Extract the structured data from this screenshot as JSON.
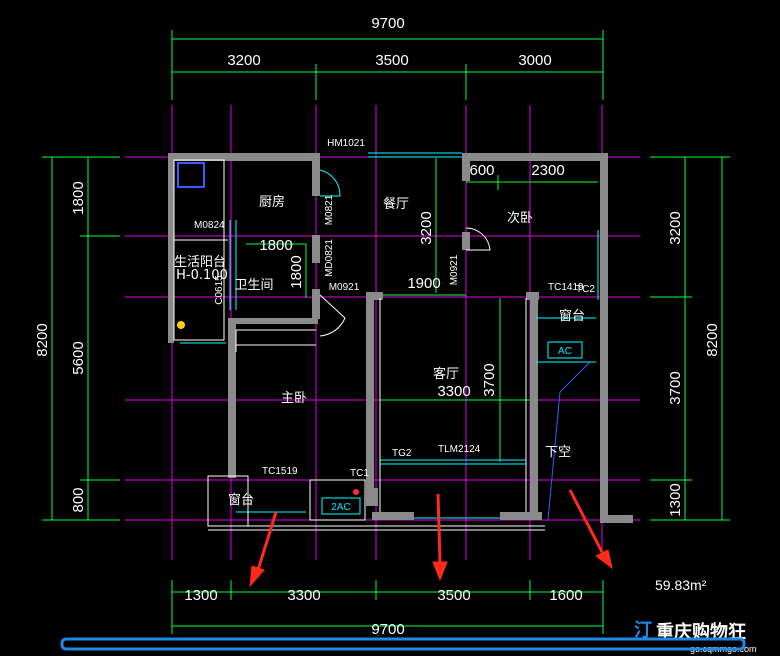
{
  "dimensions": {
    "top_total": "9700",
    "top_segments": [
      "3200",
      "3500",
      "3000"
    ],
    "bottom_segments": [
      "1300",
      "3300",
      "3500",
      "1600"
    ],
    "bottom_total": "9700",
    "left_total": "8200",
    "left_segments": [
      "1800",
      "5600",
      "800"
    ],
    "right_total": "8200",
    "right_segments": [
      "3200",
      "3700",
      "1300"
    ],
    "inner": [
      "600",
      "2300",
      "1800",
      "1800",
      "3200",
      "1900",
      "3300",
      "3700"
    ]
  },
  "rooms": {
    "kitchen": "厨房",
    "dining": "餐厅",
    "second_bedroom": "次卧",
    "utility_balcony": "生活阳台",
    "utility_balcony_level": "H-0.100",
    "bathroom": "卫生间",
    "master_bedroom": "主卧",
    "living_room": "客厅",
    "bay_window_1": "窗台",
    "bay_window_2": "窗台",
    "void": "下空"
  },
  "tags": {
    "hm1021": "HM1021",
    "m0824": "M0824",
    "m0821": "M0821",
    "md0821": "MD0821",
    "m0921_a": "M0921",
    "m0921_b": "M0921",
    "c0615": "C0615",
    "tc1419": "TC1419",
    "tc2": "TC2",
    "tc1519": "TC1519",
    "tc1": "TC1",
    "tlm2124": "TLM2124",
    "tg2": "TG2",
    "ac1": "AC",
    "ac2": "2AC"
  },
  "area": "59.83m²",
  "watermark": {
    "text": "重庆购物狂",
    "url": "go.cqmmgo.com",
    "glyph": "汀"
  },
  "colors": {
    "background": "#000000",
    "dimension_line": "#00ff3c",
    "wall": "#808080",
    "axis": "#ff00ff",
    "opening": "#00ffff",
    "arrow": "#ff2a1a",
    "scrollbar": "#1e88e5"
  }
}
